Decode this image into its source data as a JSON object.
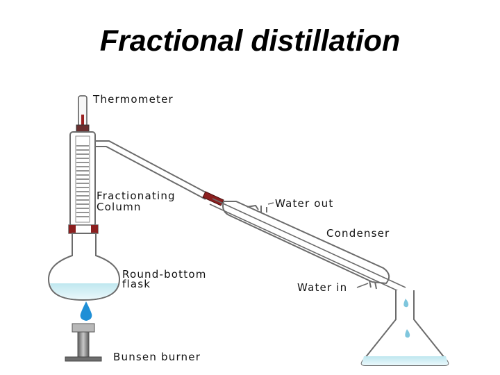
{
  "title": "Fractional distillation",
  "labels": {
    "thermometer": "Thermometer",
    "fractionating_column_line1": "Fractionating",
    "fractionating_column_line2": "Column",
    "round_bottom_line1": "Round-bottom",
    "round_bottom_line2": "flask",
    "bunsen_burner": "Bunsen burner",
    "water_out": "Water out",
    "condenser": "Condenser",
    "water_in": "Water in"
  },
  "colors": {
    "glass_outline": "#6b6b6b",
    "liquid": "#cdeef3",
    "stopper": "#8b1f1f",
    "flame": "#1f8fd6",
    "burner": "#8c8c8c"
  }
}
